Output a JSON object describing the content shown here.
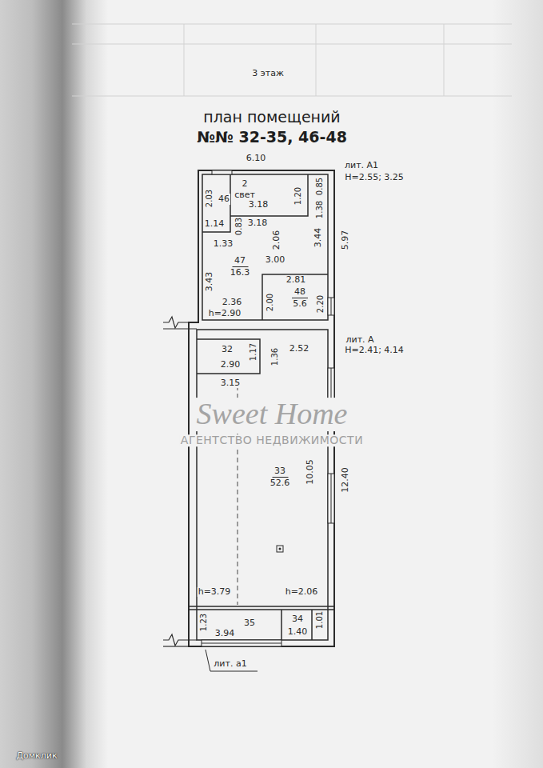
{
  "diagram": {
    "title": "план помещений",
    "nodes": [
      {
        "text": [
          "46"
        ]
      },
      {
        "text": [
          "2 свет"
        ]
      },
      {
        "text": [
          "47",
          "16.3"
        ]
      },
      {
        "text": [
          "48",
          "5.6"
        ]
      },
      {
        "text": [
          "32"
        ]
      },
      {
        "text": [
          "33",
          "52.6"
        ]
      },
      {
        "text": [
          "35"
        ]
      },
      {
        "text": [
          "34"
        ]
      }
    ],
    "labels": [
      "3 этаж",
      "№№ 32-35, 46-48",
      "6.10",
      "лит. А1",
      "H=2.55; 3.25",
      "2.03",
      "3.18",
      "1.20",
      "0.85",
      "1.38",
      "1.14",
      "0.83",
      "3.18",
      "2.06",
      "3.44",
      "5.97",
      "1.33",
      "3.00",
      "3.43",
      "2.81",
      "2.36",
      "2.00",
      "2.20",
      "h=2.90",
      "лит. А",
      "H=2.41; 4.14",
      "2.52",
      "1.17",
      "1.36",
      "2.90",
      "3.15",
      "10.05",
      "12.40",
      "h=3.79",
      "h=2.06",
      "1.23",
      "3.94",
      "1.40",
      "1.01",
      "лит. а1",
      "Sweet Home",
      "АГЕНТСТВО НЕДВИЖИМОСТИ",
      "Домклик"
    ]
  }
}
